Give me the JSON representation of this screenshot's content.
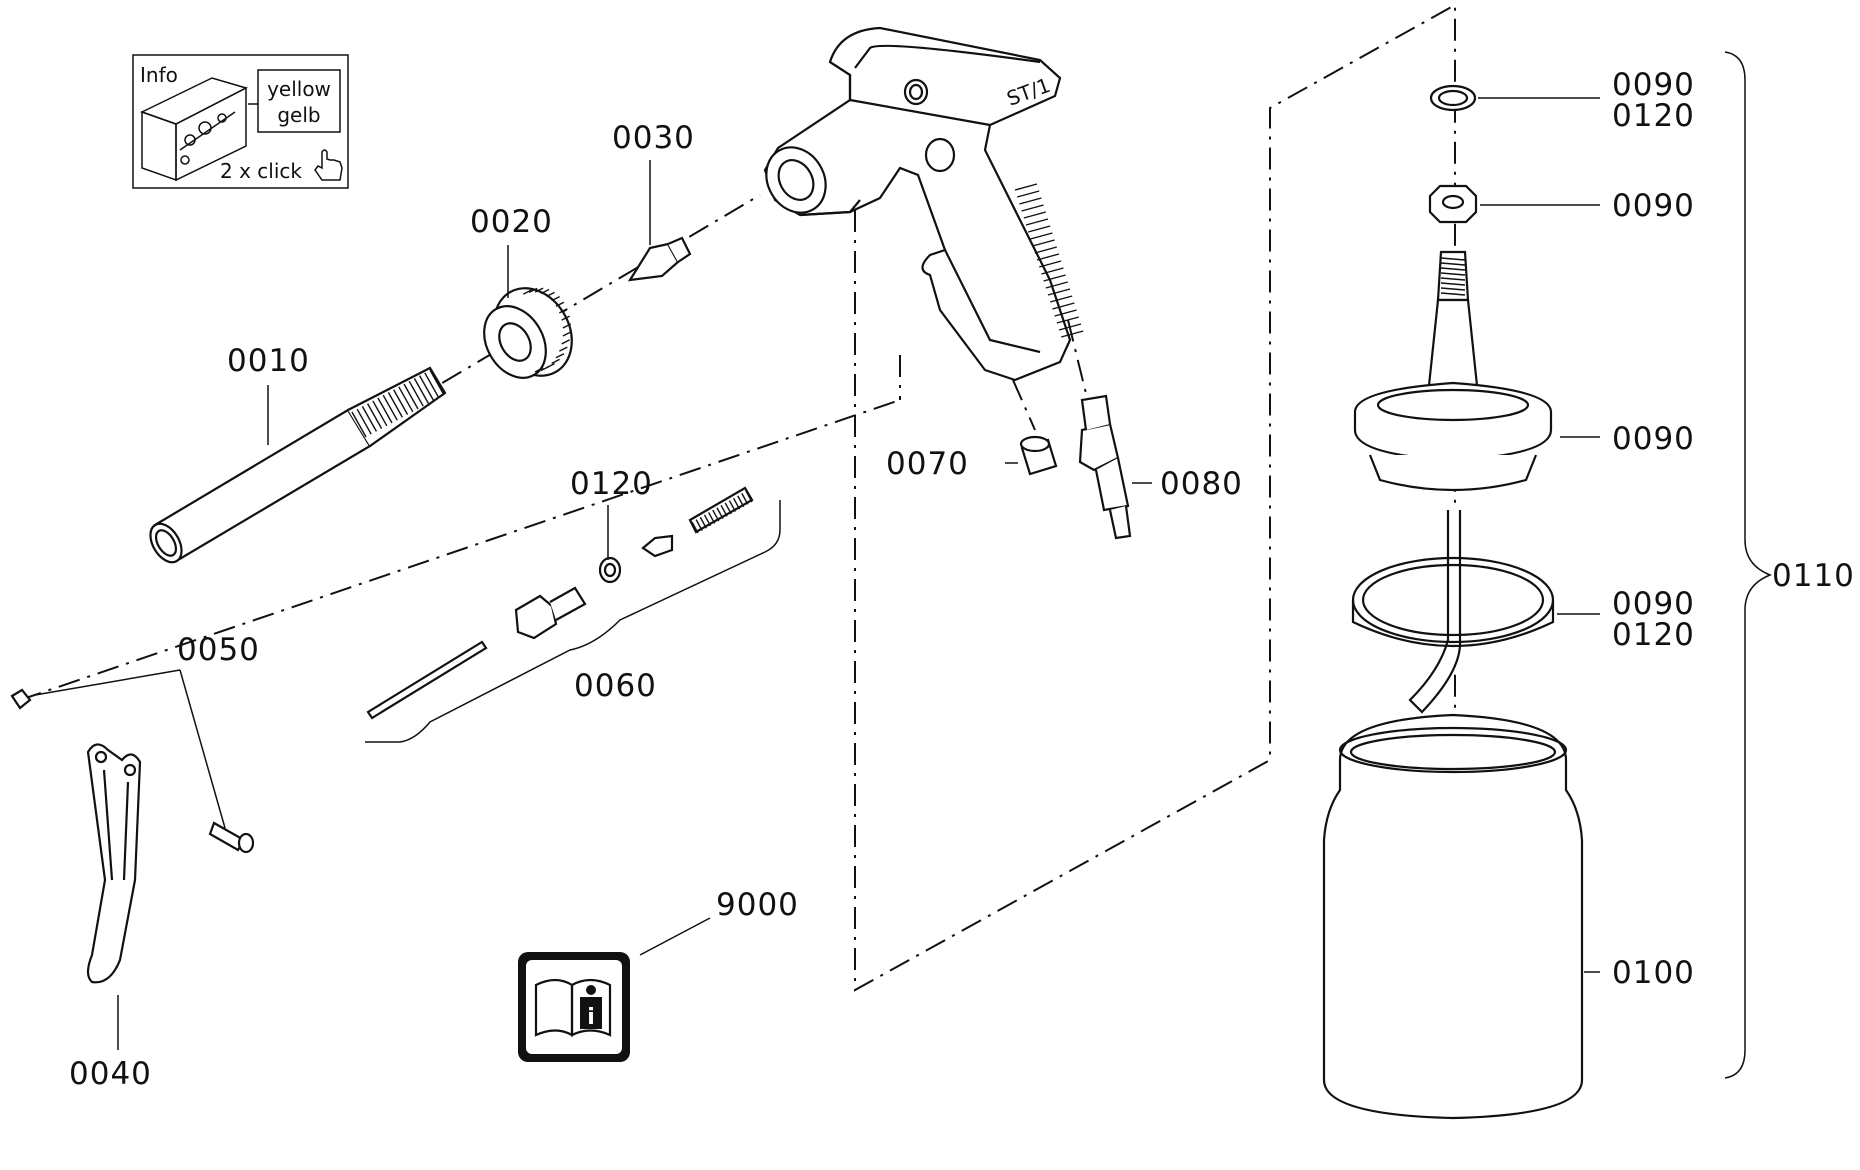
{
  "info_box": {
    "title": "Info",
    "color_en": "yellow",
    "color_de": "gelb",
    "action": "2 x click"
  },
  "part_labels": {
    "p0010": "0010",
    "p0020": "0020",
    "p0030": "0030",
    "p0040": "0040",
    "p0050": "0050",
    "p0060": "0060",
    "p0070": "0070",
    "p0080": "0080",
    "p0090_a": "0090",
    "p0120_a": "0120",
    "p0090_b": "0090",
    "p0090_c": "0090",
    "p0090_d": "0090",
    "p0120_d": "0120",
    "p0100": "0100",
    "p0110": "0110",
    "p0120": "0120",
    "p9000": "9000"
  },
  "gun_marking": "ST/1",
  "icons": {
    "manual": "manual-info-icon",
    "hand": "hand-pointer-icon"
  }
}
